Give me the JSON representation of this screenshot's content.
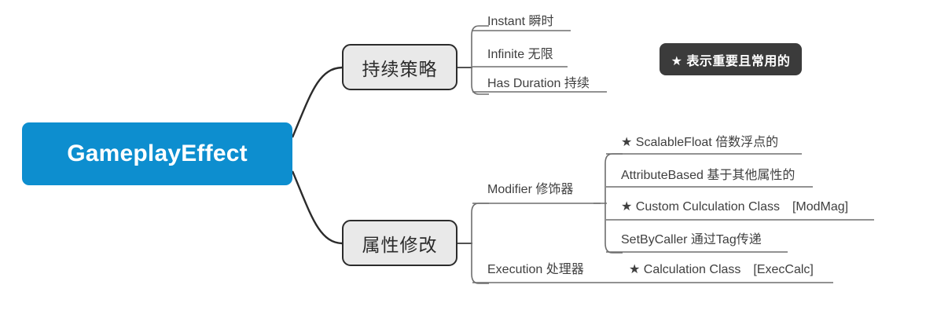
{
  "root": {
    "label": "GameplayEffect",
    "color": "#0d8ecf",
    "text_color": "#ffffff"
  },
  "legend": {
    "text": "★ 表示重要且常用的",
    "background": "#3b3b3b",
    "text_color": "#ffffff"
  },
  "branches": [
    {
      "label": "持续策略",
      "fill": "#e9e9e9",
      "border": "#2b2b2b",
      "children": [
        {
          "text": "Instant 瞬时",
          "starred": false
        },
        {
          "text": "Infinite 无限",
          "starred": false
        },
        {
          "text": "Has Duration 持续",
          "starred": false
        }
      ]
    },
    {
      "label": "属性修改",
      "fill": "#e9e9e9",
      "border": "#2b2b2b",
      "children": [
        {
          "text": "Modifier 修饰器",
          "starred": false,
          "children": [
            {
              "text": "★ ScalableFloat 倍数浮点的",
              "starred": true
            },
            {
              "text": "AttributeBased 基于其他属性的",
              "starred": false
            },
            {
              "text": "★ Custom Culculation Class　[ModMag]",
              "starred": true
            },
            {
              "text": "SetByCaller 通过Tag传递",
              "starred": false
            }
          ]
        },
        {
          "text": "Execution 处理器",
          "starred": false,
          "children": [
            {
              "text": "★ Calculation Class　[ExecCalc]",
              "starred": true
            }
          ]
        }
      ]
    }
  ],
  "style": {
    "line_color": "#3a3a3a",
    "underline_color": "#6e6e6e"
  }
}
